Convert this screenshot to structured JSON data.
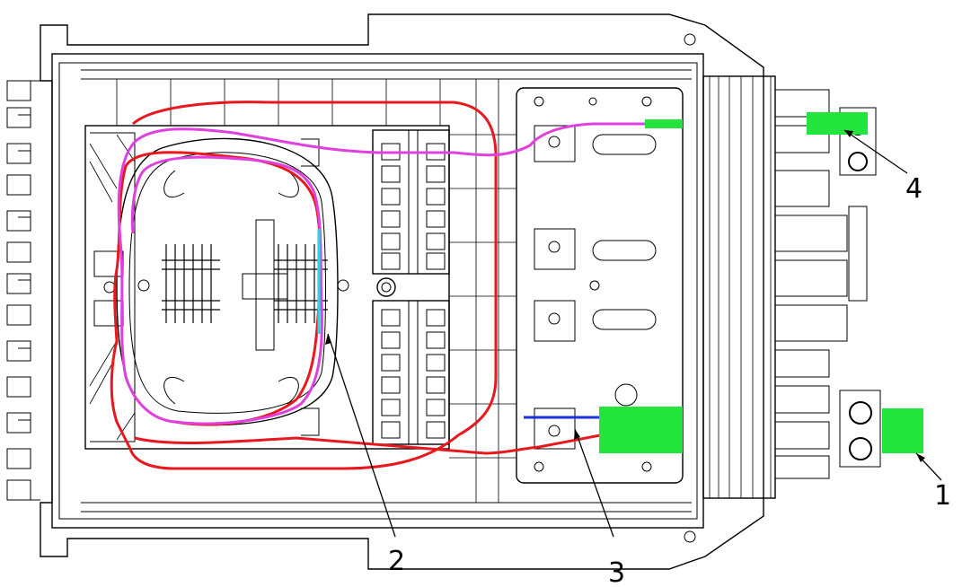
{
  "diagram": {
    "callouts": [
      {
        "id": "1",
        "label": "1"
      },
      {
        "id": "2",
        "label": "2"
      },
      {
        "id": "3",
        "label": "3"
      },
      {
        "id": "4",
        "label": "4"
      }
    ],
    "colors": {
      "outline": "#000000",
      "fiber_red": "#e8191e",
      "fiber_magenta": "#e040e0",
      "fiber_cyan": "#29d6e6",
      "fiber_blue": "#1a2ee0",
      "highlight_green": "#22e43c"
    }
  }
}
